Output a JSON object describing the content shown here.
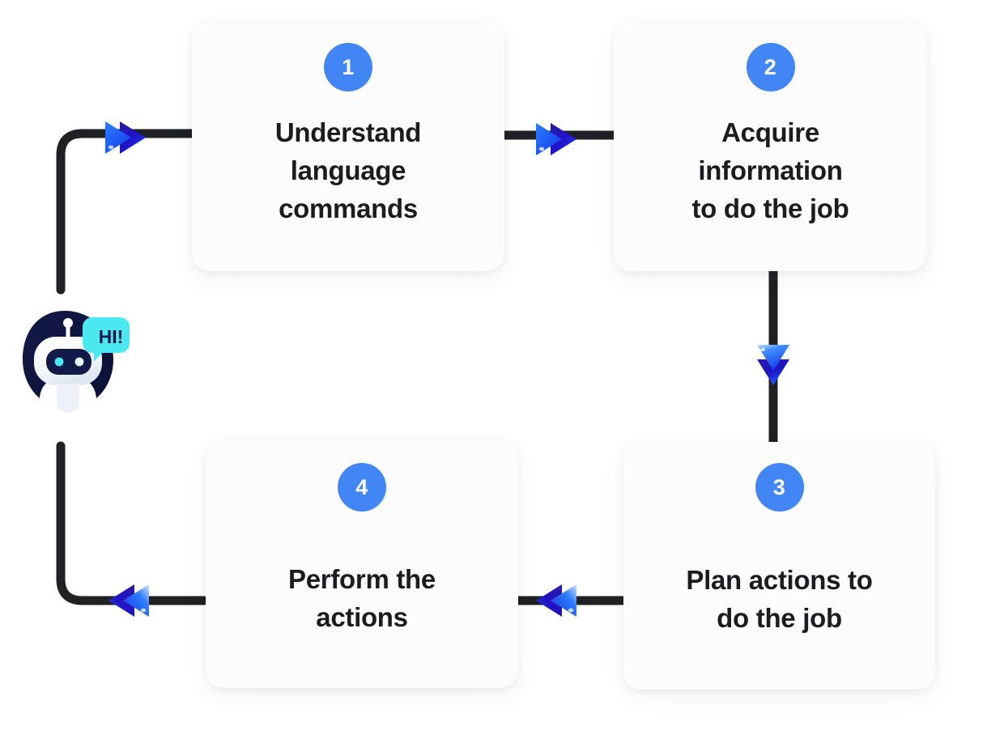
{
  "diagram": {
    "title": "Chatbot task loop",
    "background_color": "#ffffff",
    "accent_color": "#4285f4",
    "line_color": "#1f2124",
    "card_color": "#fcfcfc",
    "robot_color": "#0f1440",
    "speech_color": "#4ce8f2"
  },
  "steps": [
    {
      "number": "1",
      "title": "Understand\nlanguage\ncommands"
    },
    {
      "number": "2",
      "title": "Acquire\ninformation\nto do the job"
    },
    {
      "number": "3",
      "title": "Plan actions to\ndo the job"
    },
    {
      "number": "4",
      "title": "Perform the\nactions"
    }
  ],
  "mascot": {
    "speech_text": "HI!",
    "label": "chatbot-robot"
  },
  "arrows": [
    {
      "id": "entry",
      "direction": "right",
      "from": "mascot",
      "to": "1"
    },
    {
      "id": "step-1-to-2",
      "direction": "right",
      "from": "1",
      "to": "2"
    },
    {
      "id": "step-2-to-3",
      "direction": "down",
      "from": "2",
      "to": "3"
    },
    {
      "id": "step-3-to-4",
      "direction": "left",
      "from": "3",
      "to": "4"
    },
    {
      "id": "step-4-to-mascot",
      "direction": "left",
      "from": "4",
      "to": "mascot"
    }
  ]
}
